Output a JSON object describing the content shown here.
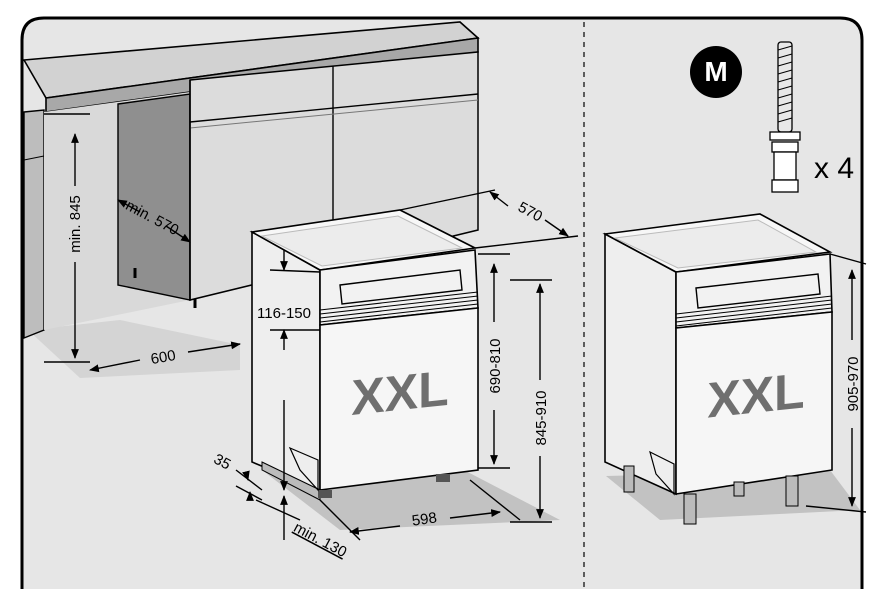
{
  "colors": {
    "background": "#ffffff",
    "panel": "#e6e6e6",
    "frame": "#000000",
    "floor_shadow": "#c9c9c9",
    "cabinet_light": "#dadada",
    "cabinet_dark": "#9a9a9a",
    "dishwasher": "#f4f4f4",
    "xxl_text": "#6f6f6f",
    "badge": "#000000"
  },
  "left_panel": {
    "dim_min_height": "min. 845",
    "dim_min_depth": "min. 570",
    "dim_niche_width": "600",
    "dim_depth": "570",
    "dim_panel": "116-150",
    "dim_height_a": "690-810",
    "dim_height_b": "845-910",
    "dim_plinth": "35",
    "dim_min_plinth": "min. 130",
    "dim_width": "598",
    "door_label": "XXL"
  },
  "right_panel": {
    "accessory_badge": "M",
    "accessory_icon": "adjustable-foot-icon",
    "accessory_qty": "x 4",
    "dim_height": "905-970",
    "door_label": "XXL"
  }
}
